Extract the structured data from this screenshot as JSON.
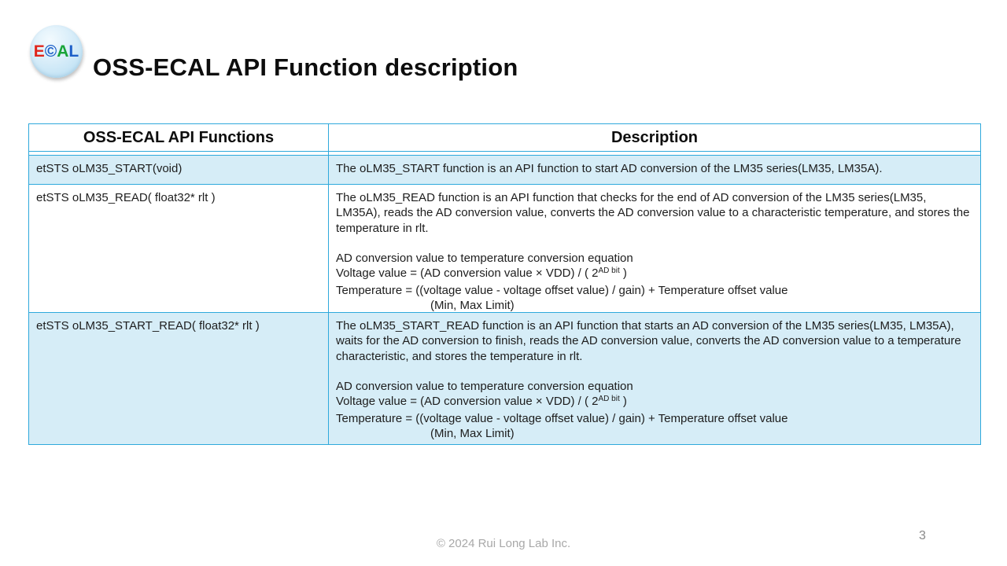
{
  "slide": {
    "title": "OSS-ECAL API Function description",
    "logo": {
      "letters": {
        "e": "E",
        "c": "©",
        "a": "A",
        "l": "L"
      },
      "letter_colors": {
        "e": "#E0251B",
        "c": "#1C5FC8",
        "a": "#18A438",
        "l": "#1C5FC8"
      },
      "circle_color": "#C7E6F6"
    }
  },
  "colors": {
    "table_border": "#2FA9DC",
    "row_highlight": "#D6EDF7",
    "header_text": "#0d0d0d",
    "body_text": "#1d1d1d",
    "footer_text": "#a8a8a8"
  },
  "table": {
    "headers": {
      "functions": "OSS-ECAL API Functions",
      "description": "Description"
    },
    "rows": [
      {
        "function": "etSTS oLM35_START(void)",
        "summary": "The oLM35_START function is an API function to start AD conversion of the LM35 series(LM35, LM35A)."
      },
      {
        "function": "etSTS oLM35_READ( float32* rlt )",
        "summary": "The oLM35_READ function is an API function that checks for the end of AD conversion of the LM35 series(LM35, LM35A), reads the AD conversion value, converts the AD conversion value to a characteristic temperature, and stores the temperature in rlt.",
        "equation_intro": "AD conversion value to temperature conversion equation",
        "voltage_prefix": "Voltage value = (AD conversion value × VDD) / ( 2",
        "voltage_sup": "AD bit",
        "voltage_suffix": " )",
        "temperature_line": "Temperature = ((voltage value - voltage offset value) / gain) + Temperature offset value",
        "limit_line": "(Min, Max Limit)"
      },
      {
        "function": "etSTS oLM35_START_READ( float32* rlt )",
        "summary": "The oLM35_START_READ function is an API function that starts an AD conversion of the LM35 series(LM35, LM35A), waits for the AD conversion to finish, reads the AD conversion value, converts the AD conversion value to a temperature characteristic, and stores the temperature in rlt.",
        "equation_intro": "AD conversion value to temperature conversion equation",
        "voltage_prefix": "Voltage value = (AD conversion value × VDD) / ( 2",
        "voltage_sup": "AD bit",
        "voltage_suffix": " )",
        "temperature_line": "Temperature = ((voltage value - voltage offset value) / gain) + Temperature offset value",
        "limit_line": "(Min, Max Limit)"
      }
    ]
  },
  "footer": {
    "copyright": "© 2024 Rui Long Lab Inc.",
    "page_number": "3"
  }
}
